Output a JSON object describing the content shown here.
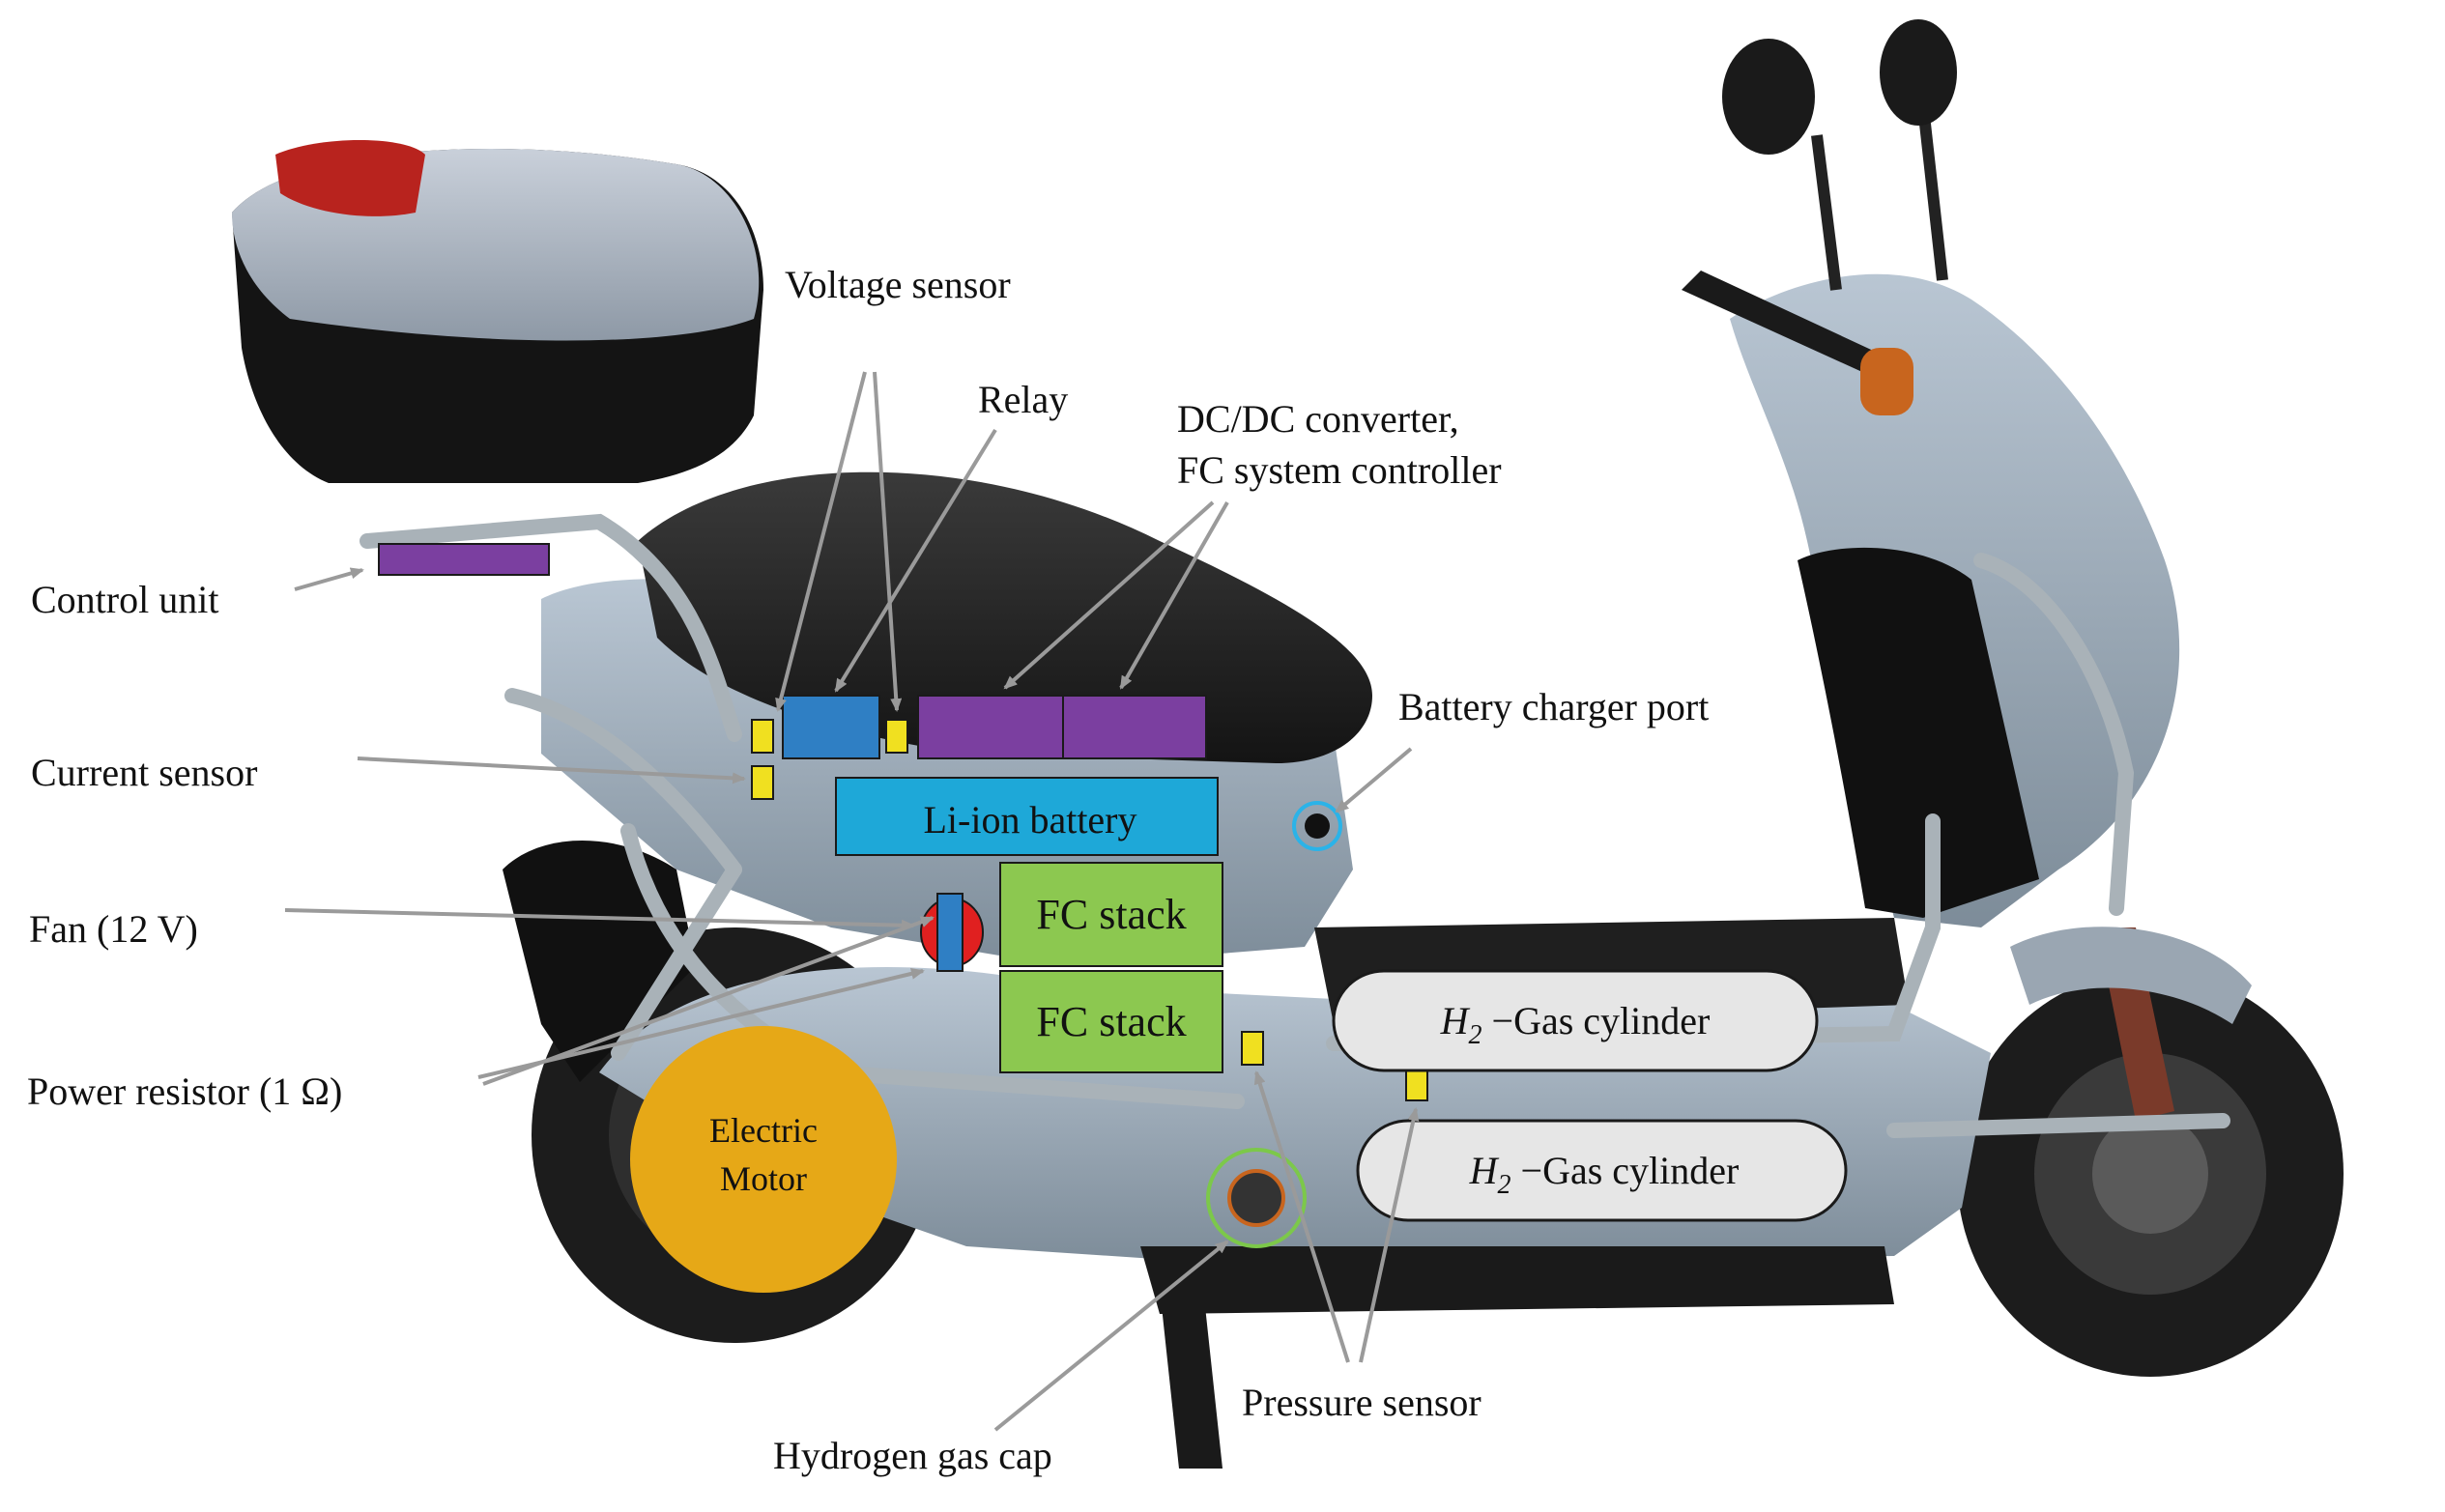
{
  "labels": {
    "voltage_sensor": "Voltage sensor",
    "relay": "Relay",
    "dcdc_line1": "DC/DC converter,",
    "dcdc_line2": "FC system controller",
    "control_unit": "Control unit",
    "current_sensor": "Current sensor",
    "battery_charger_port": "Battery charger port",
    "fan": "Fan (12 V)",
    "power_resistor": "Power resistor (1 Ω)",
    "pressure_sensor": "Pressure sensor",
    "hydrogen_gas_cap": "Hydrogen gas cap"
  },
  "components": {
    "li_ion_battery": "Li-ion battery",
    "fc_stack_1": "FC stack",
    "fc_stack_2": "FC stack",
    "motor_line1": "Electric",
    "motor_line2": "Motor",
    "cylinder_1": {
      "sym": "H",
      "sub": "2",
      "rest": " −Gas cylinder"
    },
    "cylinder_2": {
      "sym": "H",
      "sub": "2",
      "rest": " −Gas cylinder"
    }
  },
  "colors": {
    "control_unit": "#7b3fa0",
    "dcdc": "#7b3fa0",
    "relay": "#2f7fc4",
    "battery": "#1ea8d8",
    "fc_stack": "#8cc850",
    "motor": "#e6a817",
    "sensor": "#f0e020",
    "fan": "#e02020",
    "cylinder": "#e6e6e6",
    "charger_ring": "#2bb3e8",
    "cap_ring": "#7cc84a",
    "arrow": "#9a9a9a"
  }
}
